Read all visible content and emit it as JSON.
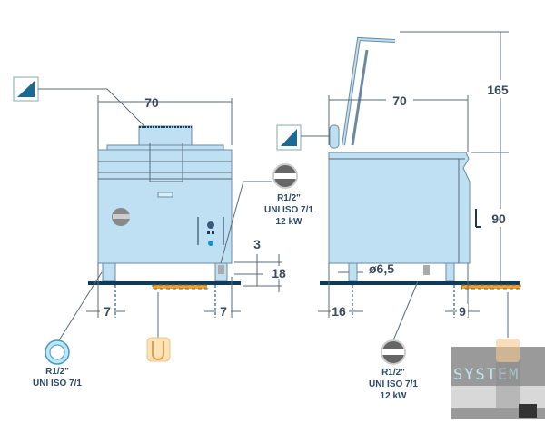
{
  "front_view": {
    "width_dim": "70",
    "height_3": "3",
    "height_18": "18",
    "left_7": "7",
    "right_7": "7",
    "gas_connection": {
      "thread": "R1/2\"",
      "standard": "UNI ISO 7/1",
      "power": "12 kW"
    },
    "water_connection": {
      "thread": "R1/2\"",
      "standard": "UNI ISO 7/1"
    }
  },
  "side_view": {
    "width_dim": "70",
    "lid_height": "165",
    "body_height": "90",
    "leg_diameter": "ø6,5",
    "left_16": "16",
    "right_9": "9",
    "gas_connection": {
      "thread": "R1/2\"",
      "standard": "UNI ISO 7/1",
      "power": "12 kW"
    }
  },
  "watermark": "SYSTEM",
  "colors": {
    "body": "#bfe0f3",
    "floor": "#0d3b5c",
    "drain": "#f0a030",
    "accent": "#1a6a95"
  }
}
